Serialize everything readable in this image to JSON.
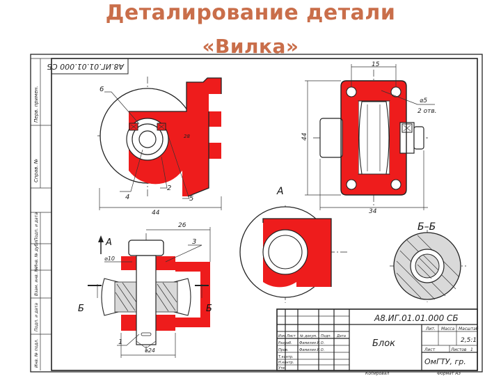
{
  "slide": {
    "title_line1": "Деталирование детали",
    "title_line2": "«Вилка»"
  },
  "drawing": {
    "designation_rotated": "А8.ИГ.01.01.000 СБ",
    "callouts": {
      "c6": "6",
      "c4": "4",
      "c2": "2",
      "c5": "5",
      "c3": "3",
      "c1": "1"
    },
    "dimensions": {
      "d15": "15",
      "d44_vertical": "44",
      "d34": "34",
      "d44_bottom": "44",
      "d26": "26",
      "dia10": "⌀10",
      "dia24": "⌀24",
      "hole_dia": "⌀5",
      "hole_count": "2 отв.",
      "d_small": "28"
    },
    "view_labels": {
      "a_top": "А",
      "a_arrow": "А",
      "section_bb": "Б–Б",
      "cut_left": "Б",
      "cut_right": "Б"
    },
    "left_strip": {
      "top_labels": [
        "Перв. примен.",
        "Справ. №"
      ],
      "bottom_labels": [
        "Подп. и дата",
        "Инв. № дубл.",
        "Взам. инв. №",
        "Подп. и дата",
        "Инв. № подл."
      ]
    }
  },
  "title_block": {
    "designation": "А8.ИГ.01.01.000 СБ",
    "name": "Блок",
    "headers": [
      "Изм",
      "Лист",
      "№ докум.",
      "Подп.",
      "Дата"
    ],
    "roles": [
      "Разраб.",
      "Пров.",
      "Т.контр.",
      "Н.контр.",
      "Утв."
    ],
    "developer": "Фамилия И.О.",
    "checker": "Фамилия И.О.",
    "col_lit": "Лит.",
    "col_mass": "Масса",
    "col_scale": "Масштаб",
    "scale_value": "2,5:1",
    "sheet_label": "Лист",
    "sheets_label": "Листов",
    "sheets_value": "1",
    "org": "ОмГТУ, гр.",
    "copied": "Копировал",
    "format": "Формат А3"
  }
}
